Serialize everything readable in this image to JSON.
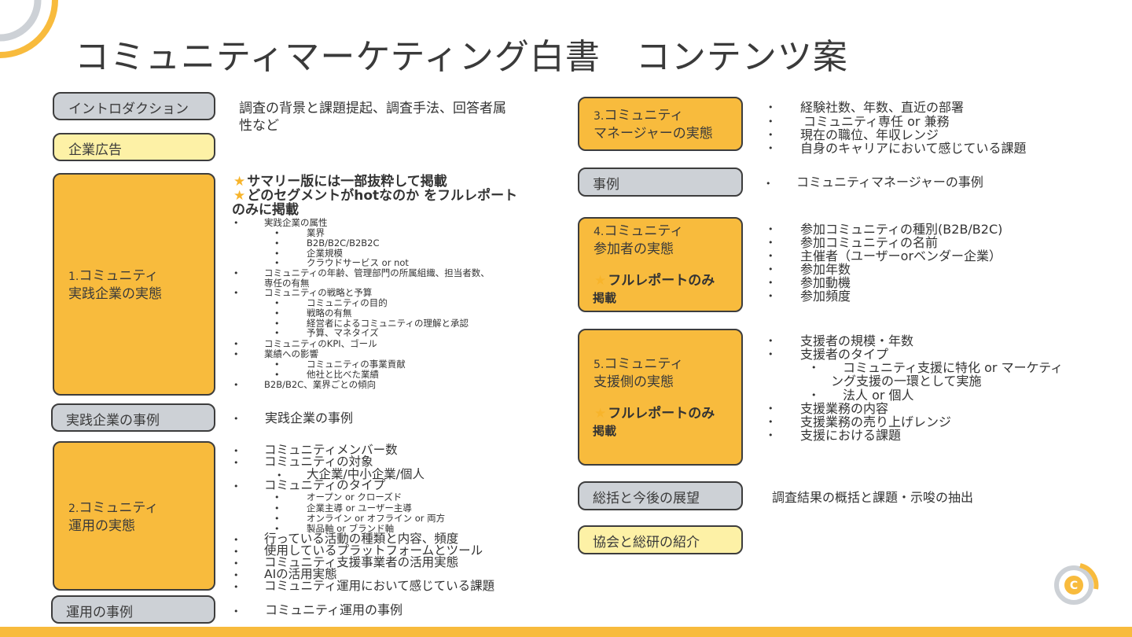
{
  "title": "コミュニティマーケティング白書　コンテンツ案",
  "colors": {
    "accent": "#f8bb3d",
    "light": "#fdf1a6",
    "gray": "#cdd1d6",
    "border": "#3d3d3d"
  },
  "left": {
    "intro": {
      "label": "イントロダクション",
      "desc_1": "調査の背景と課題提起、調査手法、回答者属",
      "desc_2": "性など"
    },
    "ad": {
      "label": "企業広告"
    },
    "s1": {
      "num": "1.",
      "label_1": "コミュニティ",
      "label_2": "実践企業の実態",
      "note_1": "サマリー版には一部抜粋して掲載",
      "note_2": "どのセグメントがhotなのか をフルレポート",
      "note_3": "のみに掲載",
      "items": [
        "実践企業の属性",
        "業界",
        "B2B/B2C/B2B2C",
        "企業規模",
        "クラウドサービス or not",
        "コミュニティの年齢、管理部門の所属組織、担当者数、",
        "専任の有無",
        "コミュニティの戦略と予算",
        "コミュニティの目的",
        "戦略の有無",
        "経営者によるコミュニティの理解と承認",
        "予算、マネタイズ",
        "コミュニティのKPI、ゴール",
        "業績への影響",
        "コミュニティの事業貢献",
        "他社と比べた業績",
        "B2B/B2C、業界ごとの傾向"
      ]
    },
    "case1": {
      "label": "実践企業の事例",
      "desc": "実践企業の事例"
    },
    "s2": {
      "num": "2.",
      "label_1": "コミュニティ",
      "label_2": "運用の実態",
      "items": [
        "コミュニティメンバー数",
        "コミュニティの対象",
        "大企業/中小企業/個人",
        "コミュニティのタイプ",
        "オープン or クローズド",
        "企業主導 or ユーザー主導",
        "オンライン or オフライン or 両方",
        "製品軸 or ブランド軸",
        "行っている活動の種類と内容、頻度",
        "使用しているプラットフォームとツール",
        "コミュニティ支援事業者の活用実態",
        "AIの活用実態",
        "コミュニティ運用において感じている課題"
      ]
    },
    "case2": {
      "label": "運用の事例",
      "desc": "コミュニティ運用の事例"
    }
  },
  "right": {
    "s3": {
      "num": "3.",
      "label_1": "コミュニティ",
      "label_2": "マネージャーの実態",
      "items": [
        "経験社数、年数、直近の部署",
        "コミュニティ専任 or 兼務",
        "現在の職位、年収レンジ",
        "自身のキャリアにおいて感じている課題"
      ]
    },
    "case3": {
      "label": "事例",
      "desc": "コミュニティマネージャーの事例"
    },
    "s4": {
      "num": "4.",
      "label_1": "コミュニティ",
      "label_2": "参加者の実態",
      "full_1": "フルレポートのみ",
      "full_2": "掲載",
      "items": [
        "参加コミュニティの種別(B2B/B2C)",
        "参加コミュニティの名前",
        "主催者（ユーザーorベンダー企業）",
        "参加年数",
        "参加動機",
        "参加頻度"
      ]
    },
    "s5": {
      "num": "5.",
      "label_1": "コミュニティ",
      "label_2": "支援側の実態",
      "full_1": "フルレポートのみ",
      "full_2": "掲載",
      "items": [
        "支援者の規模・年数",
        "支援者のタイプ",
        "コミュニティ支援に特化 or マーケティ",
        "ング支援の一環として実施",
        "法人 or 個人",
        "支援業務の内容",
        "支援業務の売り上げレンジ",
        "支援における課題"
      ]
    },
    "summary": {
      "label": "総括と今後の展望",
      "desc": "調査結果の概括と課題・示唆の抽出"
    },
    "assoc": {
      "label": "協会と総研の紹介"
    }
  },
  "icons": {
    "bullet": "•",
    "star": "★",
    "logo": "community-logo-icon"
  }
}
